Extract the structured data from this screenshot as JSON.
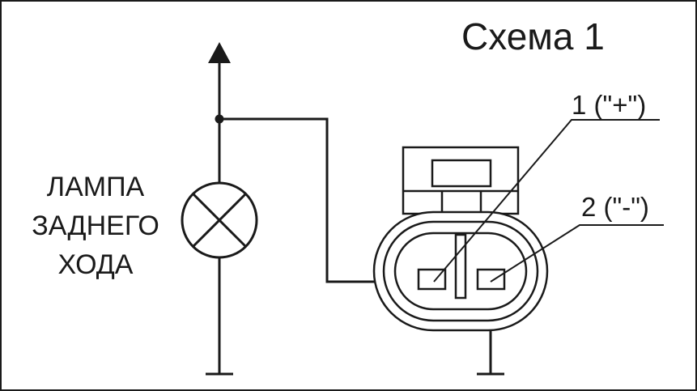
{
  "title": "Схема 1",
  "lamp": {
    "label_lines": [
      "ЛАМПА",
      "ЗАДНЕГО",
      "ХОДА"
    ]
  },
  "pins": {
    "pin1": "1 (\"+\")",
    "pin2": "2 (\"-\")"
  },
  "colors": {
    "line": "#1a1a1a",
    "background": "#ffffff"
  }
}
